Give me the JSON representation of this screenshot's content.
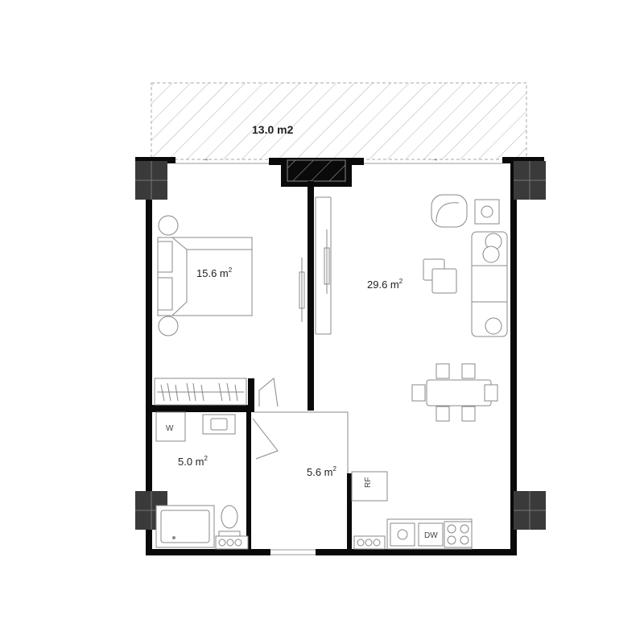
{
  "terrace": {
    "area": "13.0 m2"
  },
  "rooms": {
    "bedroom": {
      "area": "15.6 m",
      "sup": "2"
    },
    "living": {
      "area": "29.6 m",
      "sup": "2"
    },
    "bathroom": {
      "area": "5.0 m",
      "sup": "2"
    },
    "hall": {
      "area": "5.6 m",
      "sup": "2"
    }
  },
  "appliances": {
    "washer": "W",
    "fridge": "RF",
    "dishwasher": "DW"
  },
  "colors": {
    "wall": "#0a0a0a",
    "column": "#3a3a3a",
    "fixture_stroke": "#888888",
    "hatch": "#b0b0b0"
  }
}
